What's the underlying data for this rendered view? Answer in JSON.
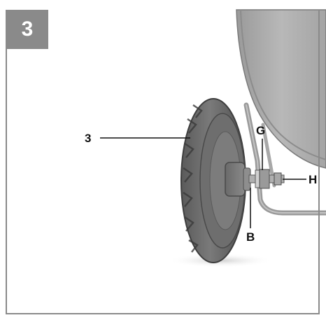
{
  "figure": {
    "step_number": "3",
    "callouts": {
      "wheel": "3",
      "g": "G",
      "h": "H",
      "b": "B"
    }
  }
}
